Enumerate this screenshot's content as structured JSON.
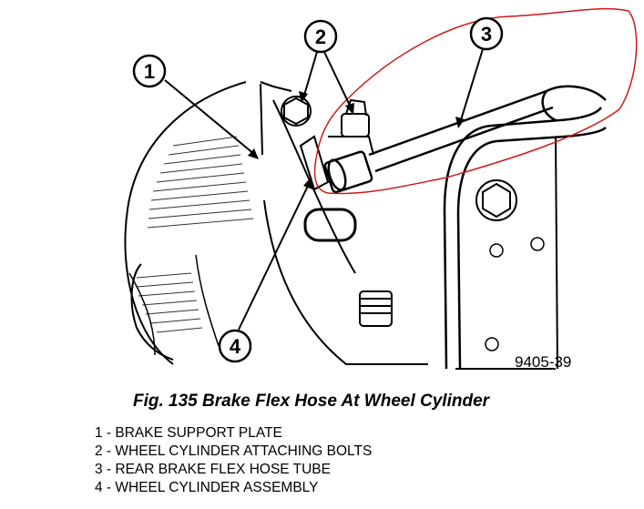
{
  "figure": {
    "title": "Fig. 135 Brake Flex Hose At Wheel Cylinder",
    "code": "9405-39"
  },
  "callouts": [
    "1",
    "2",
    "3",
    "4"
  ],
  "legend": [
    "1 - BRAKE SUPPORT PLATE",
    "2 - WHEEL CYLINDER ATTACHING BOLTS",
    "3 - REAR BRAKE FLEX HOSE TUBE",
    "4 - WHEEL CYLINDER ASSEMBLY"
  ],
  "colors": {
    "ink": "#000000",
    "highlight": "#d01818"
  }
}
